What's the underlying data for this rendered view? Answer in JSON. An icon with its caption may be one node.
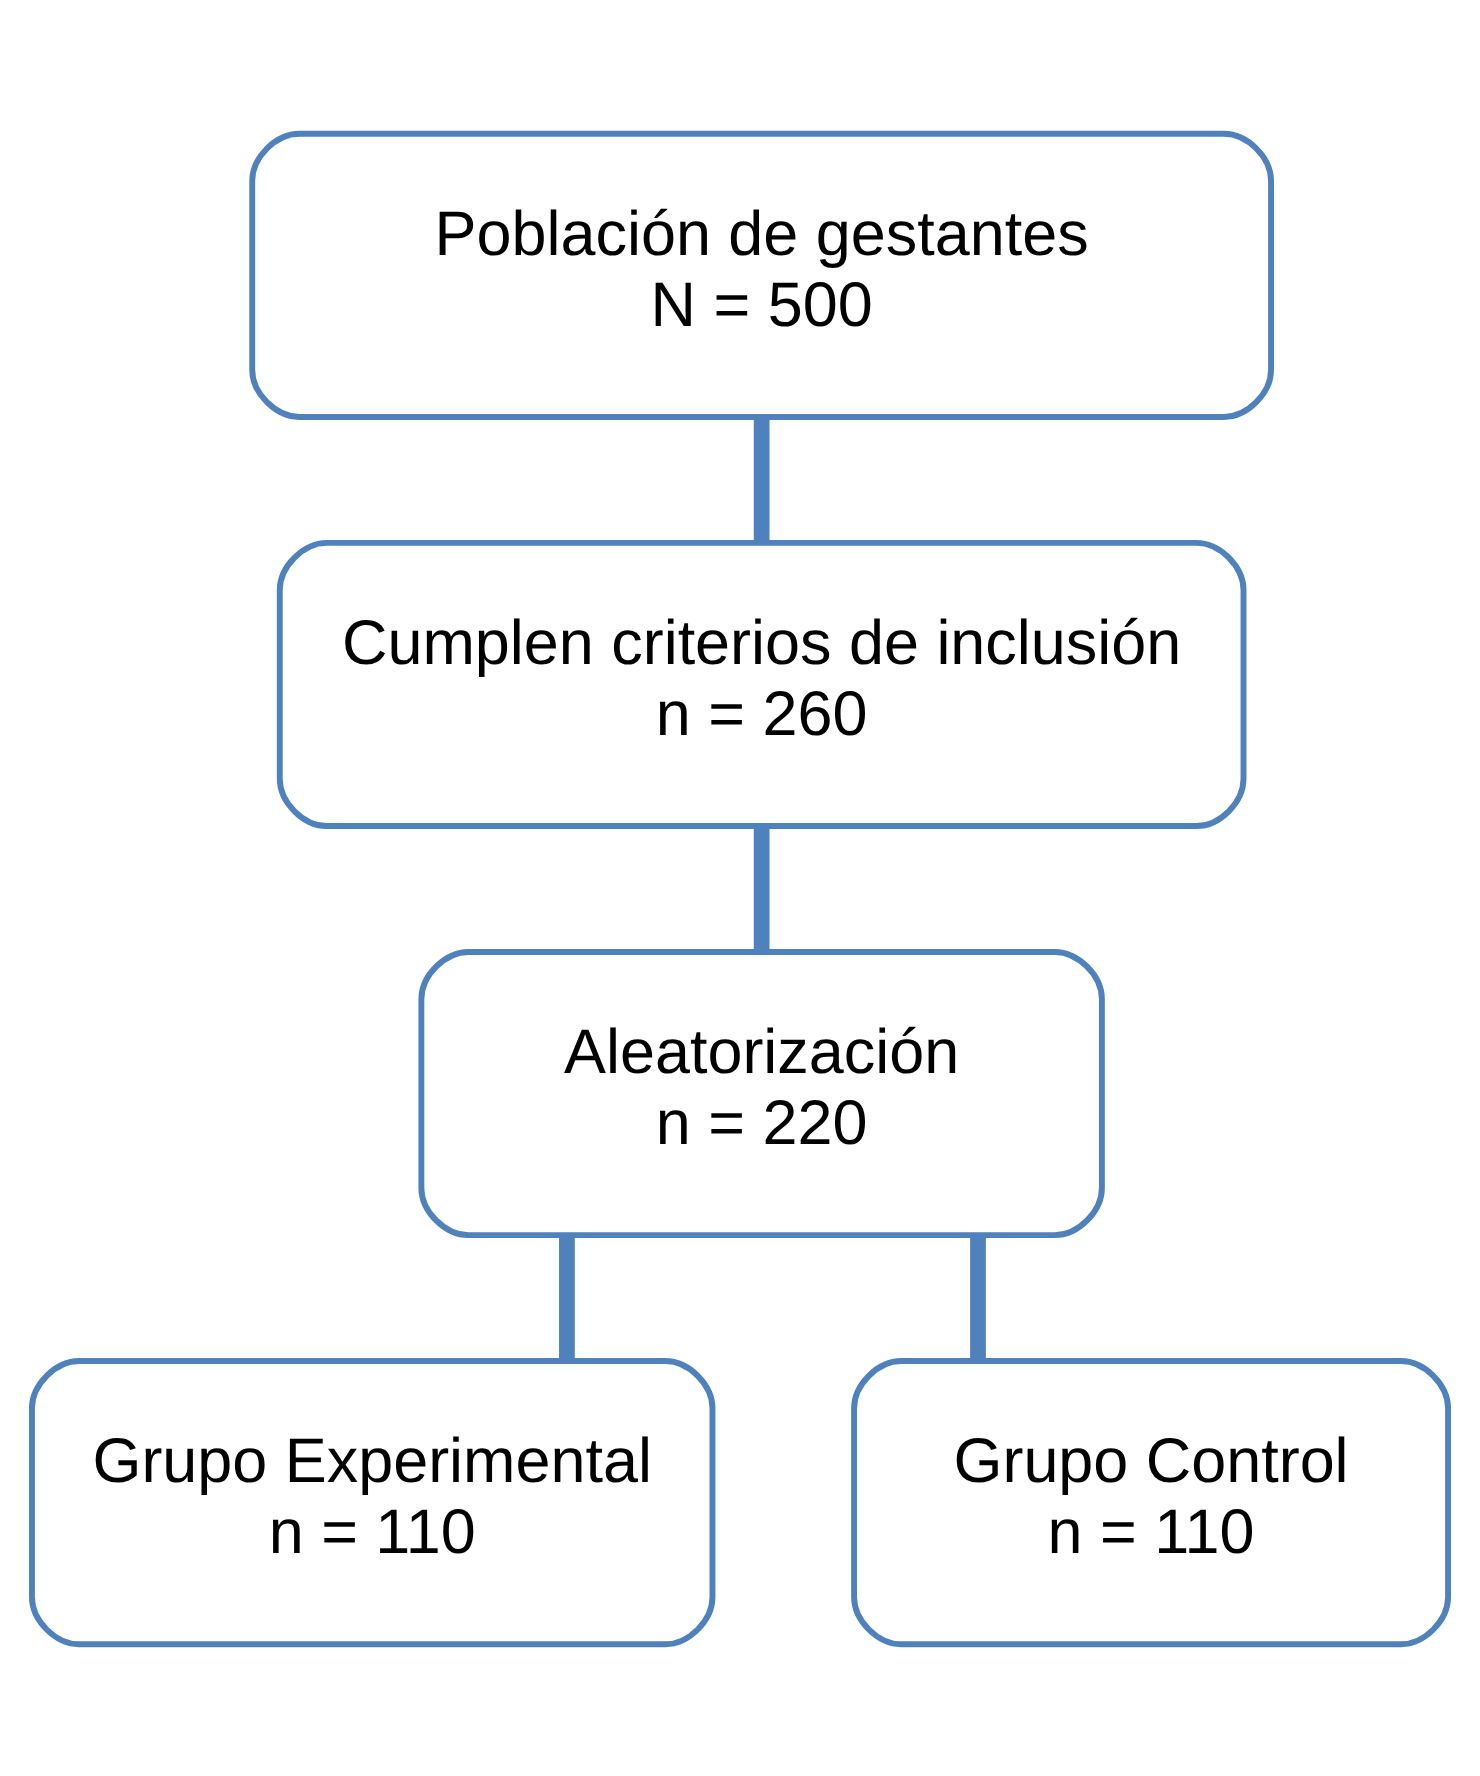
{
  "diagram": {
    "nodes": [
      {
        "text": [
          "Población de gestantes",
          "N = 500"
        ]
      },
      {
        "text": [
          "Cumplen criterios de inclusión",
          "n = 260"
        ]
      },
      {
        "text": [
          "Aleatorización",
          "n = 220"
        ]
      },
      {
        "text": [
          "Grupo Experimental",
          "n = 110"
        ]
      },
      {
        "text": [
          "Grupo Control",
          "n = 110"
        ]
      }
    ],
    "edges": [
      {
        "from": 0,
        "to": 1,
        "arrow": "none"
      },
      {
        "from": 1,
        "to": 2,
        "arrow": "none"
      },
      {
        "from": 2,
        "to": 3,
        "arrow": "none"
      },
      {
        "from": 2,
        "to": 4,
        "arrow": "none"
      }
    ]
  }
}
